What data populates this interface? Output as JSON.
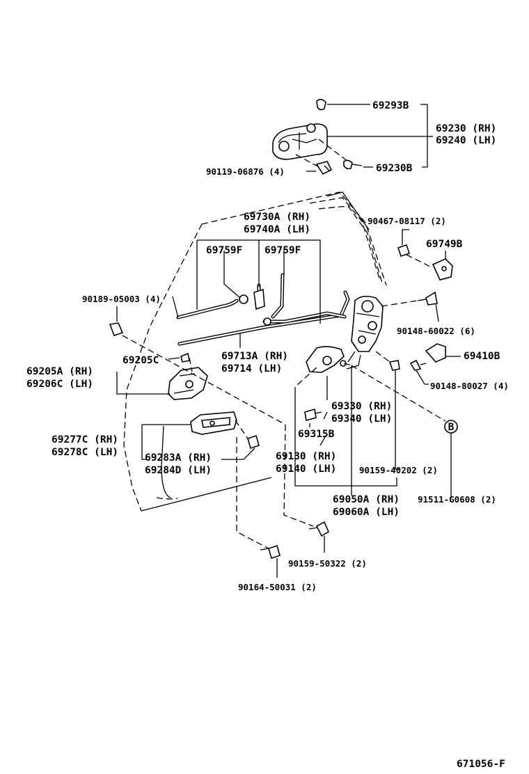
{
  "labels": {
    "p69293B": "69293B",
    "p69230RH": "69230 (RH)",
    "p69240LH": "69240 (LH)",
    "p90119": "90119-06876 (4)",
    "p69230B": "69230B",
    "p69730A": "69730A (RH)",
    "p69740A": "69740A (LH)",
    "p90467": "90467-08117 (2)",
    "p69759F_a": "69759F",
    "p69759F_b": "69759F",
    "p69749B": "69749B",
    "p90189": "90189-05003 (4)",
    "p90148_60022": "90148-60022 (6)",
    "p69713A": "69713A (RH)",
    "p69714": "69714   (LH)",
    "p69410B": "69410B",
    "p69205A": "69205A (RH)",
    "p69206C": "69206C (LH)",
    "p69205C": "69205C",
    "p90148_80027": "90148-80027 (4)",
    "p69330": "69330 (RH)",
    "p69340": "69340 (LH)",
    "circleB": "B",
    "p69277C": "69277C (RH)",
    "p69278C": "69278C (LH)",
    "p69315B": "69315B",
    "p69283A": "69283A (RH)",
    "p69284D": "69284D (LH)",
    "p69130": "69130 (RH)",
    "p69140": "69140 (LH)",
    "p90159_40202": "90159-40202 (2)",
    "p69050A": "69050A (RH)",
    "p69060A": "69060A (LH)",
    "p91511": "91511-G0608 (2)",
    "p90159_50322": "90159-50322 (2)",
    "p90164": "90164-50031 (2)",
    "diagram_id": "671056-F"
  }
}
